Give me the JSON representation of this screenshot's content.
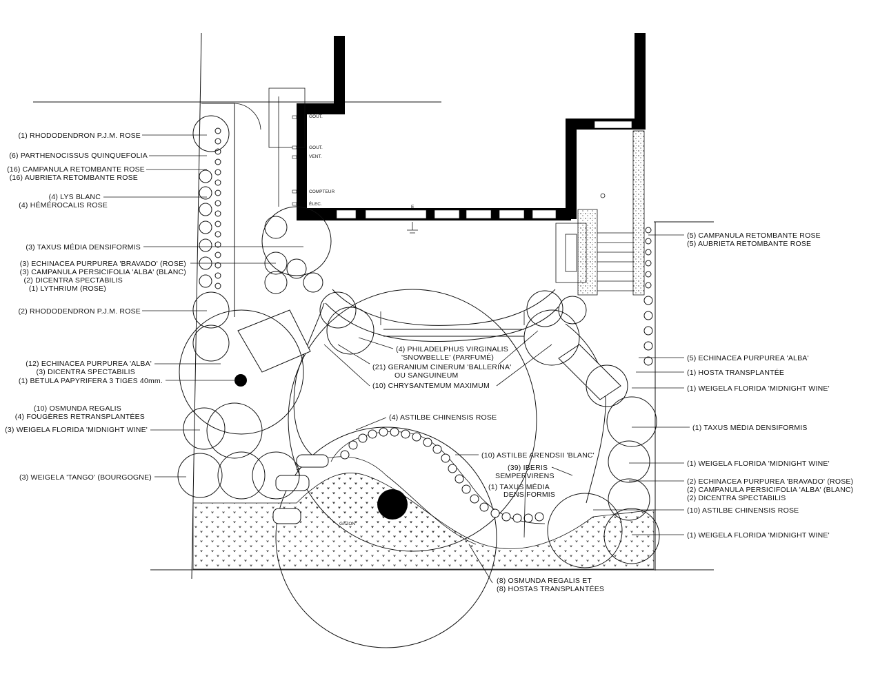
{
  "plan": {
    "left_labels": [
      {
        "id": "rhododendron-1",
        "text": "(1) RHODODENDRON P.J.M. ROSE"
      },
      {
        "id": "parthenocissus",
        "text": "(6) PARTHENOCISSUS QUINQUEFOLIA"
      },
      {
        "id": "campanula-16",
        "text": "(16) CAMPANULA RETOMBANTE ROSE"
      },
      {
        "id": "aubrieta-16",
        "text": "(16) AUBRIETA RETOMBANTE ROSE"
      },
      {
        "id": "lys",
        "text": "(4) LYS BLANC"
      },
      {
        "id": "hemerocalis",
        "text": "(4) HÉMÉROCALIS ROSE"
      },
      {
        "id": "taxus-3",
        "text": "(3) TAXUS MÉDIA DENSIFORMIS"
      },
      {
        "id": "echinacea-bravado-3",
        "text": "(3) ECHINACEA PURPUREA 'BRAVADO' (ROSE)"
      },
      {
        "id": "campanula-alba-3",
        "text": "(3) CAMPANULA PERSICIFOLIA 'ALBA' (BLANC)"
      },
      {
        "id": "dicentra-2",
        "text": "(2) DICENTRA SPECTABILIS"
      },
      {
        "id": "lythrium",
        "text": "(1) LYTHRIUM (ROSE)"
      },
      {
        "id": "rhododendron-2",
        "text": "(2) RHODODENDRON P.J.M. ROSE"
      },
      {
        "id": "echinacea-alba-12",
        "text": "(12) ECHINACEA PURPUREA 'ALBA'"
      },
      {
        "id": "dicentra-3",
        "text": "(3) DICENTRA SPECTABILIS"
      },
      {
        "id": "betula",
        "text": "(1) BETULA PAPYRIFERA 3 TIGES 40mm."
      },
      {
        "id": "osmunda-10",
        "text": "(10) OSMUNDA REGALIS"
      },
      {
        "id": "fougeres",
        "text": "(4) FOUGÈRES RETRANSPLANTÉES"
      },
      {
        "id": "weigela-3",
        "text": "(3) WEIGELA FLORIDA 'MIDNIGHT WINE'"
      },
      {
        "id": "weigela-tango",
        "text": "(3) WEIGELA 'TANGO' (BOURGOGNE)"
      }
    ],
    "right_labels": [
      {
        "id": "campanula-5",
        "text": "(5) CAMPANULA RETOMBANTE ROSE"
      },
      {
        "id": "aubrieta-5",
        "text": "(5) AUBRIETA RETOMBANTE ROSE"
      },
      {
        "id": "echinacea-alba-5",
        "text": "(5) ECHINACEA PURPUREA 'ALBA'"
      },
      {
        "id": "hosta",
        "text": "(1) HOSTA TRANSPLANTÉE"
      },
      {
        "id": "weigela-r1",
        "text": "(1) WEIGELA FLORIDA 'MIDNIGHT WINE'"
      },
      {
        "id": "taxus-r1",
        "text": "(1) TAXUS MÉDIA DENSIFORMIS"
      },
      {
        "id": "weigela-r2",
        "text": "(1) WEIGELA FLORIDA 'MIDNIGHT WINE'"
      },
      {
        "id": "echinacea-bravado-2",
        "text": "(2) ECHINACEA PURPUREA 'BRAVADO' (ROSE)"
      },
      {
        "id": "campanula-alba-2",
        "text": "(2) CAMPANULA PERSICIFOLIA 'ALBA' (BLANC)"
      },
      {
        "id": "dicentra-r2",
        "text": "(2) DICENTRA SPECTABILIS"
      },
      {
        "id": "astilbe-10",
        "text": "(10) ASTILBE CHINENSIS ROSE"
      },
      {
        "id": "weigela-r3",
        "text": "(1) WEIGELA FLORIDA 'MIDNIGHT WINE'"
      }
    ],
    "center_labels": [
      {
        "id": "philadelphus-1",
        "text": "(4) PHILADELPHUS VIRGINALIS"
      },
      {
        "id": "philadelphus-2",
        "text": "'SNOWBELLE' (PARFUMÉ)"
      },
      {
        "id": "geranium-1",
        "text": "(21) GERANIUM CINERUM 'BALLERINA'"
      },
      {
        "id": "geranium-2",
        "text": "OU SANGUINEUM"
      },
      {
        "id": "chrysanthemum",
        "text": "(10) CHRYSANTEMUM MAXIMUM"
      },
      {
        "id": "astilbe-4",
        "text": "(4) ASTILBE CHINENSIS ROSE"
      },
      {
        "id": "astilbe-arendsii",
        "text": "(10) ASTILBE ARENDSII 'BLANC'"
      },
      {
        "id": "iberis-1",
        "text": "(39) IBERIS"
      },
      {
        "id": "iberis-2",
        "text": "SEMPERVIRENS"
      },
      {
        "id": "taxus-c-1",
        "text": "(1) TAXUS MÉDIA"
      },
      {
        "id": "taxus-c-2",
        "text": "DENSIFORMIS"
      },
      {
        "id": "osmunda-8-1",
        "text": "(8) OSMUNDA REGALIS ET"
      },
      {
        "id": "osmunda-8-2",
        "text": "(8) HOSTAS TRANSPLANTÉES"
      },
      {
        "id": "gazon",
        "text": "GAZON"
      }
    ],
    "building_labels": {
      "gout1": "GOUT.",
      "gout2": "GOUT.",
      "vent": "VENT.",
      "compteur": "COMPTEUR",
      "elec": "ÉLEC.",
      "e": "E"
    }
  }
}
